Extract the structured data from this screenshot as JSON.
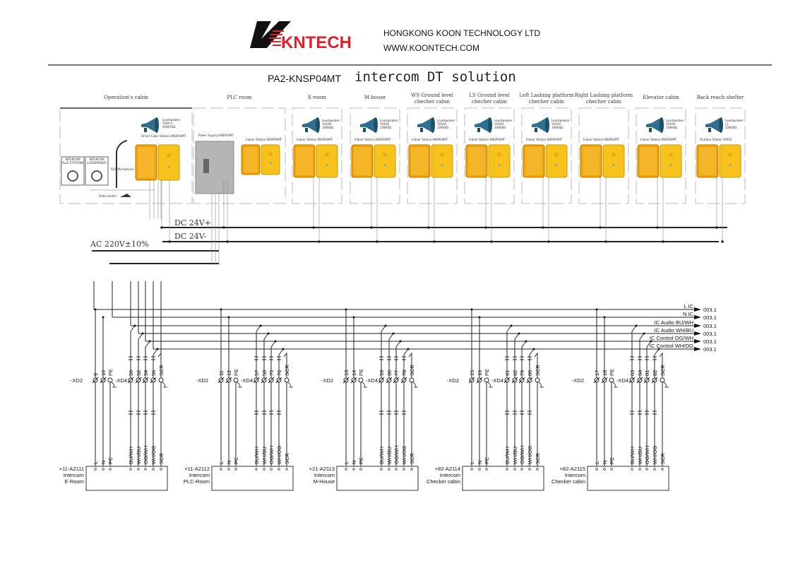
{
  "header": {
    "brand": "KNTECH",
    "company": "HONGKONG KOON TECHNOLOGY LTD",
    "website": "WWW.KOONTECH.COM",
    "model": "PA2-KNSP04MT",
    "title": "intercom DT solution"
  },
  "colors": {
    "accent": "#e3202a",
    "station_yellow": "#f7c21b",
    "station_orange": "#f0a400",
    "speaker": "#2f6f8f"
  },
  "cabins": [
    {
      "name": [
        "Operation's cabin"
      ],
      "speaker": [
        "Loudspeaker",
        "YH20-3",
        "20W/16Ω"
      ],
      "station": "Driver Cabin Station KNSP04MT",
      "extras": {
        "panel1": [
          "INTERCOM",
          "ALLE STATIONS"
        ],
        "panel2": [
          "INTERCOM",
          "LUIDSPREKER"
        ],
        "mic": "SOS Microphone",
        "pedal": "Pedal switch"
      }
    },
    {
      "name": [
        "PLC room"
      ],
      "power": "Power Supply KNSP04MT",
      "station": "Indoor Station KNSP04MT"
    },
    {
      "name": [
        "E-room"
      ],
      "speaker": [
        "Loudspeaker",
        "YH16A",
        "10W/8Ω"
      ],
      "station": "Indoor Station KNSP04MT"
    },
    {
      "name": [
        "M-house"
      ],
      "speaker": [
        "Loudspeaker",
        "YH16A",
        "10W/8Ω"
      ],
      "station": "Indoor Station KNSP04MT"
    },
    {
      "name": [
        "WS Ground level",
        "checher cabin"
      ],
      "speaker": [
        "Loudspeaker",
        "YH16A",
        "10W/8Ω"
      ],
      "station": "Indoor Station KNSP04MT"
    },
    {
      "name": [
        "LS Ground level",
        "checher cabin"
      ],
      "speaker": [
        "Loudspeaker",
        "YH16A",
        "10W/8Ω"
      ],
      "station": "Indoor Station KNSP04MT"
    },
    {
      "name": [
        "Left Lashing platform",
        "checher cabin"
      ],
      "speaker": [
        "Loudspeaker",
        "YH16A",
        "10W/8Ω"
      ],
      "station": "Indoor Station KNSP04MT"
    },
    {
      "name": [
        "Right Lashing platform",
        "checher cabin"
      ],
      "station": "Indoor Station KNSP04MT"
    },
    {
      "name": [
        "Elevator cabin"
      ],
      "speaker": [
        "Loudspeaker",
        "YH16A",
        "10W/8Ω"
      ],
      "station": "Indoor Station KNSP04MT"
    },
    {
      "name": [
        "Back reach shelter"
      ],
      "speaker": [
        "Loudspeaker",
        "L1",
        "10W/8Ω"
      ],
      "station": "Outdoor Station SF902"
    }
  ],
  "power": {
    "dc_plus": "DC 24V+",
    "dc_minus": "DC 24V-",
    "ac": "AC 220V±10%"
  },
  "buses": [
    {
      "label": "L IC",
      "ref": "003.1"
    },
    {
      "label": "N IC",
      "ref": "003.1"
    },
    {
      "label": "IC Audio BU/WH",
      "ref": "003.1"
    },
    {
      "label": "IC Audio WH/BU",
      "ref": "003.1"
    },
    {
      "label": "IC Control OG/WH",
      "ref": "003.1"
    },
    {
      "label": "IC Control WH/OG",
      "ref": "003.1"
    }
  ],
  "terminal_strips": {
    "xd2": "-XD2",
    "xd4": "-XD4"
  },
  "wire_labels": [
    "L",
    "N",
    "PE",
    "BU/WH",
    "WH/BU",
    "OG/WH",
    "WH/OG",
    "SCR"
  ],
  "units": [
    {
      "id": "+11-A2111",
      "type": "Intercom",
      "location": "E-Room",
      "xd2": [
        "9",
        "10",
        "PE"
      ],
      "xd4": [
        "50",
        "52",
        "54",
        "56",
        "SCR"
      ]
    },
    {
      "id": "+11-A2112",
      "type": "Intercom",
      "location": "PLC-Room",
      "xd2": [
        "11",
        "12",
        "PE"
      ],
      "xd4": [
        "57",
        "58",
        "75",
        "76",
        "SCR"
      ]
    },
    {
      "id": "+21-A2113",
      "type": "Intercom",
      "location": "M-House",
      "xd2": [
        "13",
        "14",
        "PE"
      ],
      "xd4": [
        "59",
        "60",
        "77",
        "78",
        "SCR"
      ]
    },
    {
      "id": "+82-A2114",
      "type": "Intercom",
      "location": "Checker cabin",
      "xd2": [
        "15",
        "16",
        "PE"
      ],
      "xd4": [
        "61",
        "62",
        "79",
        "80",
        "SCR"
      ]
    },
    {
      "id": "+82-A2115",
      "type": "Intercom",
      "location": "Checker cabin",
      "xd2": [
        "17",
        "18",
        "PE"
      ],
      "xd4": [
        "63",
        "64",
        "81",
        "82",
        "SCR"
      ]
    }
  ]
}
